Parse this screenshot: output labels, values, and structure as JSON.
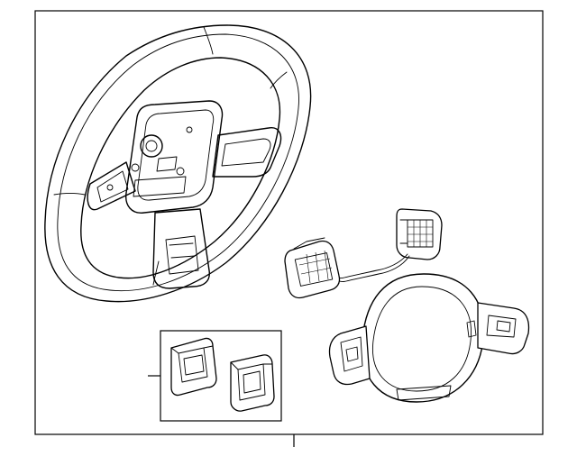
{
  "diagram": {
    "parts": [
      {
        "id": "steering-wheel"
      },
      {
        "id": "switch-connector"
      },
      {
        "id": "wiring-harness"
      },
      {
        "id": "trim-cover"
      },
      {
        "id": "switch-button-set"
      }
    ],
    "callouts": [
      {
        "id": "callout-button-set"
      },
      {
        "id": "callout-bottom"
      }
    ]
  }
}
